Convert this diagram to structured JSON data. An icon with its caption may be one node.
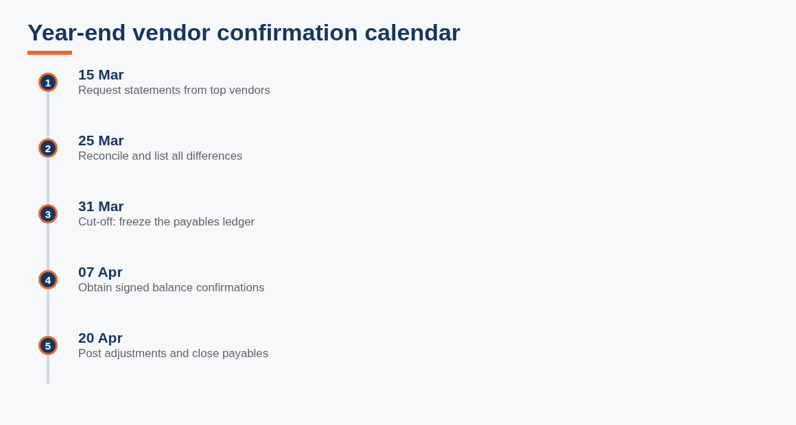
{
  "diagram": {
    "title": "Year-end vendor confirmation calendar",
    "nodes": [
      {
        "text": [
          "1"
        ],
        "beside": [
          "15 Mar",
          "Request statements from top vendors"
        ]
      },
      {
        "text": [
          "2"
        ],
        "beside": [
          "25 Mar",
          "Reconcile and list all differences"
        ]
      },
      {
        "text": [
          "3"
        ],
        "beside": [
          "31 Mar",
          "Cut-off: freeze the payables ledger"
        ]
      },
      {
        "text": [
          "4"
        ],
        "beside": [
          "07 Apr",
          "Obtain signed balance confirmations"
        ]
      },
      {
        "text": [
          "5"
        ],
        "beside": [
          "20 Apr",
          "Post adjustments and close payables"
        ]
      }
    ]
  }
}
